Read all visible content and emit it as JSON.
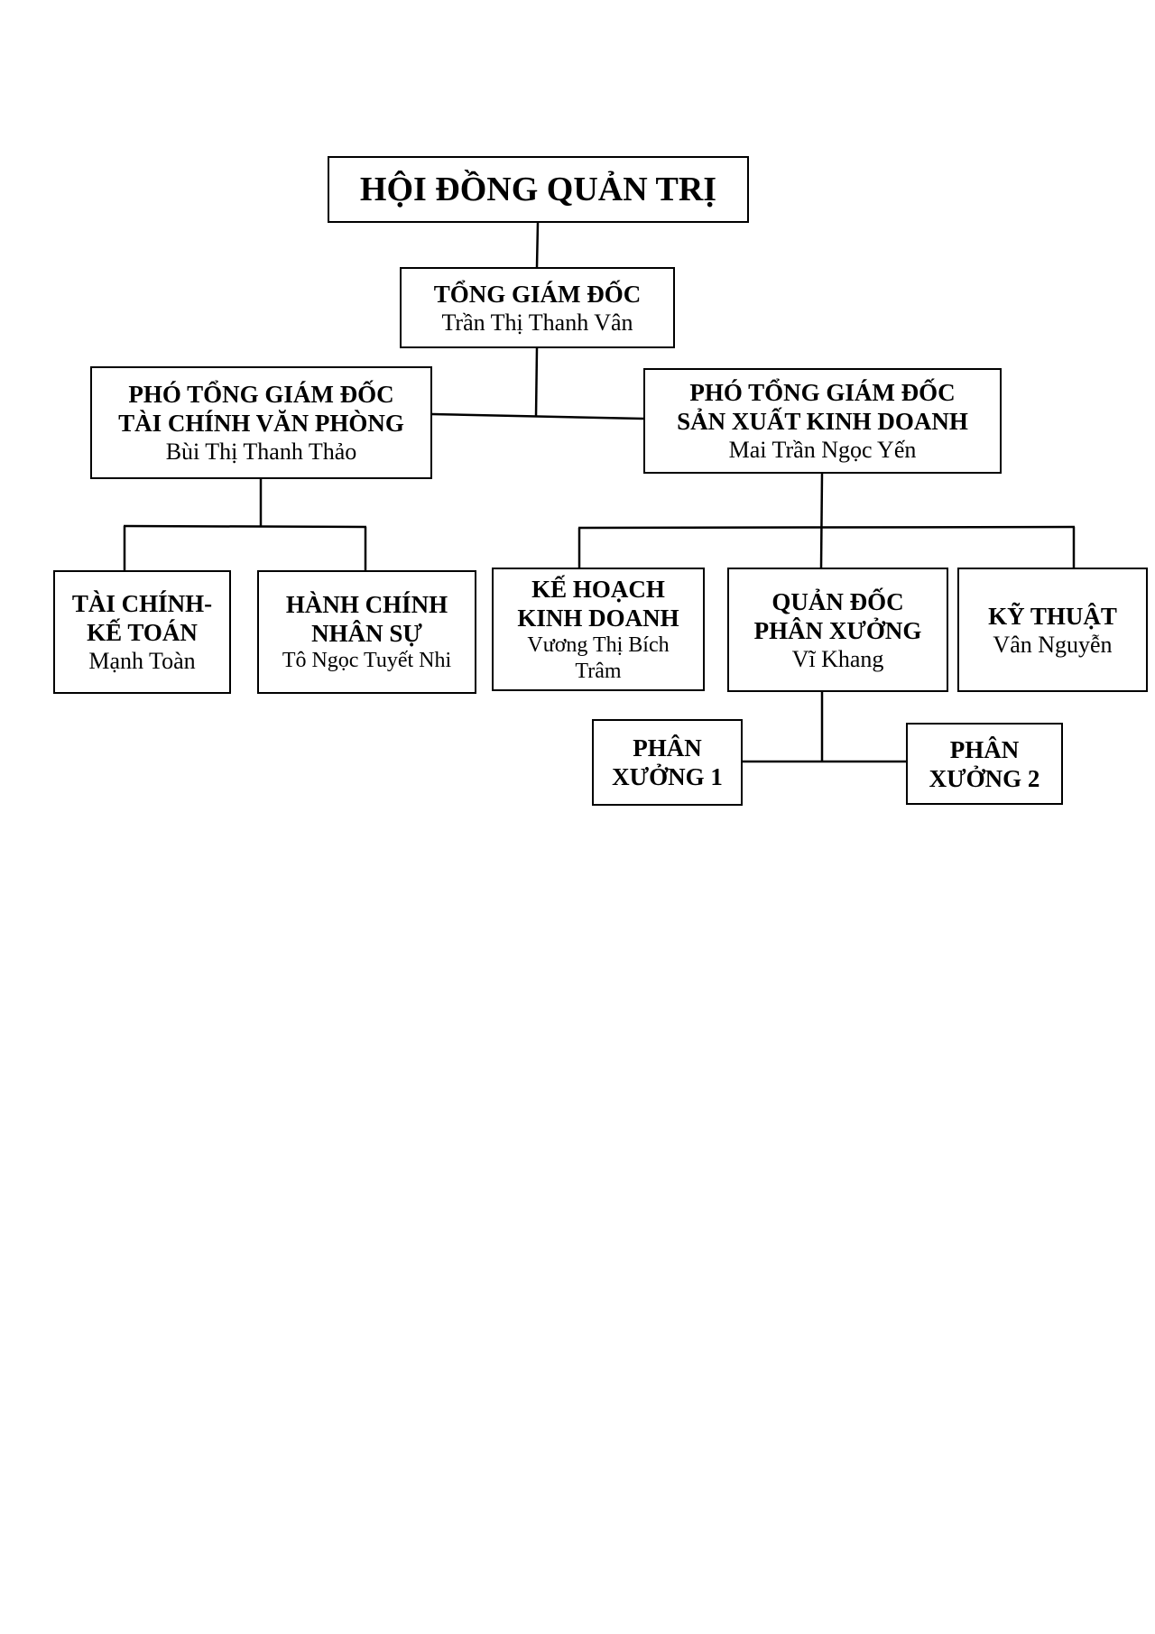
{
  "org_chart": {
    "board": {
      "title": "HỘI ĐỒNG QUẢN TRỊ"
    },
    "ceo": {
      "title": "TỔNG GIÁM ĐỐC",
      "person": "Trần Thị Thanh Vân"
    },
    "vp_finance": {
      "title_line1": "PHÓ TỔNG GIÁM ĐỐC",
      "title_line2": "TÀI CHÍNH VĂN PHÒNG",
      "person": "Bùi Thị Thanh Thảo"
    },
    "vp_production": {
      "title_line1": "PHÓ TỔNG GIÁM ĐỐC",
      "title_line2": "SẢN XUẤT KINH DOANH",
      "person": "Mai Trần Ngọc Yến"
    },
    "accounting": {
      "title_line1": "TÀI CHÍNH-",
      "title_line2": "KẾ TOÁN",
      "person": "Mạnh Toàn"
    },
    "hr": {
      "title_line1": "HÀNH CHÍNH",
      "title_line2": "NHÂN SỰ",
      "person": "Tô Ngọc Tuyết Nhi"
    },
    "business_planning": {
      "title_line1": "KẾ HOẠCH",
      "title_line2": "KINH DOANH",
      "person_line1": "Vương Thị Bích",
      "person_line2": "Trâm"
    },
    "workshop_foreman": {
      "title_line1": "QUẢN ĐỐC",
      "title_line2": "PHÂN XƯỞNG",
      "person": "Vĩ Khang"
    },
    "technical": {
      "title": "KỸ THUẬT",
      "person": "Vân Nguyễn"
    },
    "workshop_1": {
      "title_line1": "PHÂN",
      "title_line2": "XƯỞNG 1"
    },
    "workshop_2": {
      "title_line1": "PHÂN",
      "title_line2": "XƯỞNG 2"
    }
  }
}
